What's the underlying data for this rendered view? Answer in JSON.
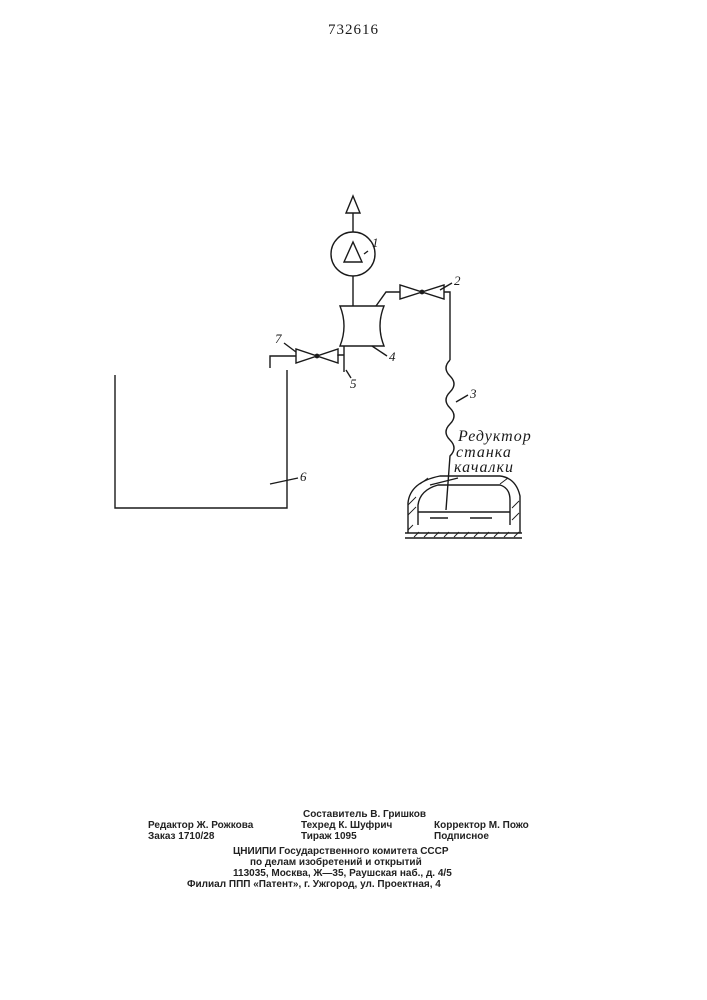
{
  "header": {
    "patent_number": "732616"
  },
  "diagram": {
    "labels": {
      "compressor": "1",
      "valve_outlet": "2",
      "hose": "3",
      "separator": "4",
      "drain_line": "5",
      "tank": "6",
      "valve_drain": "7"
    },
    "reducer_note": [
      "Редуктор",
      "станка",
      "качалки"
    ]
  },
  "imprint": {
    "compiler": "Составитель В. Гришков",
    "editor": "Редактор Ж. Рожкова",
    "techred": "Техред К. Шуфрич",
    "corrector": "Корректор М. Пожо",
    "order": "Заказ 1710/28",
    "circulation": "Тираж 1095",
    "subscription": "Подписное",
    "org_line1": "ЦНИИПИ Государственного комитета СССР",
    "org_line2": "по делам изобретений и открытий",
    "org_address": "113035, Москва, Ж—35, Раушская наб., д. 4/5",
    "branch": "Филиал ППП «Патент», г. Ужгород, ул. Проектная, 4"
  }
}
